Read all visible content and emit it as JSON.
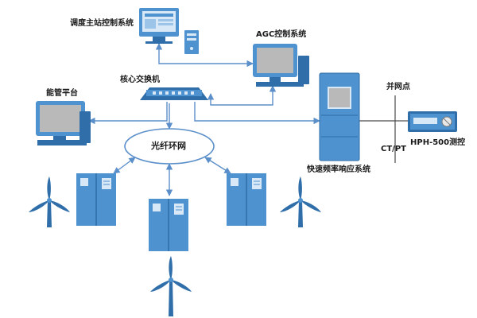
{
  "labels": {
    "dispatch": "调度主站控制系统",
    "agc": "AGC控制系统",
    "core_switch": "核心交换机",
    "energy_platform": "能管平台",
    "fiber_ring": "光纤环网",
    "grid_point": "并网点",
    "ctpt": "CT/PT",
    "hph": "HPH-500测控",
    "fast_freq": "快速频率响应系统"
  },
  "colors": {
    "device_blue": "#4e92d0",
    "device_dark": "#2f6ea9",
    "device_light": "#d9e8f6",
    "line_blue": "#5b8fc9",
    "grid_line": "#4a4a4a",
    "screen_gray": "#b9b9b9"
  },
  "icons": {
    "dispatch": "desktop-monitor-icon",
    "agc": "desktop-computer-icon",
    "core_switch": "network-switch-icon",
    "energy_platform": "desktop-computer-icon",
    "fast_freq": "control-cabinet-icon",
    "hph": "measurement-control-unit-icon",
    "turbine": "wind-turbine-icon",
    "inverter": "converter-cabinet-icon"
  }
}
